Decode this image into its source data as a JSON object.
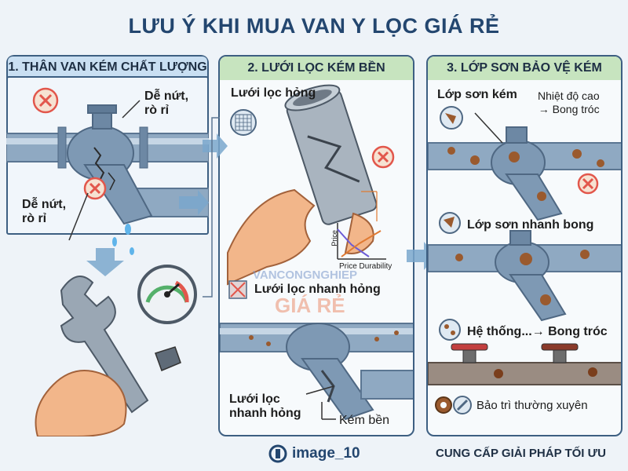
{
  "title": "LƯU Ý KHI MUA VAN Y LỌC GIÁ RẺ",
  "panel1": {
    "header": "1. THÂN VAN KÉM CHẤT LƯỢNG",
    "label_top": "Dễ nứt,\nrò rỉ",
    "label_left": "Dễ nứt,\nrò rỉ"
  },
  "panel2": {
    "header": "2. LƯỚI LỌC KÉM BỀN",
    "label_top": "Lưới lọc hỏng",
    "axis_y": "Price",
    "axis_x": "Price Durability",
    "label_mid": "Lưới lọc nhanh hỏng",
    "label_bottom": "Lưới lọc\nnhanh hỏng",
    "label_weak": "Kém bền"
  },
  "panel3": {
    "header": "3. LỚP SƠN BẢO VỆ KÉM",
    "label_paint": "Lớp sơn kém",
    "label_heat": "Nhiệt độ cao\n→ Bong tróc",
    "label_fast": "Lớp sơn nhanh bong",
    "label_system": "Hệ thống...→ Bong tróc",
    "label_maint": "Bảo trì thường xuyên"
  },
  "watermark": {
    "line1": "VANCONGNGHIEP",
    "line2": "GIÁ RẺ"
  },
  "footer": {
    "logo_text": "image_10",
    "slogan": "CUNG CẤP GIẢI PHÁP TỐI ƯU"
  },
  "colors": {
    "pipe": "#8fa9c2",
    "pipe_dark": "#5b7692",
    "rust": "#9a5a2e",
    "alert": "#e2574c",
    "arrow": "#7aa7cc"
  }
}
